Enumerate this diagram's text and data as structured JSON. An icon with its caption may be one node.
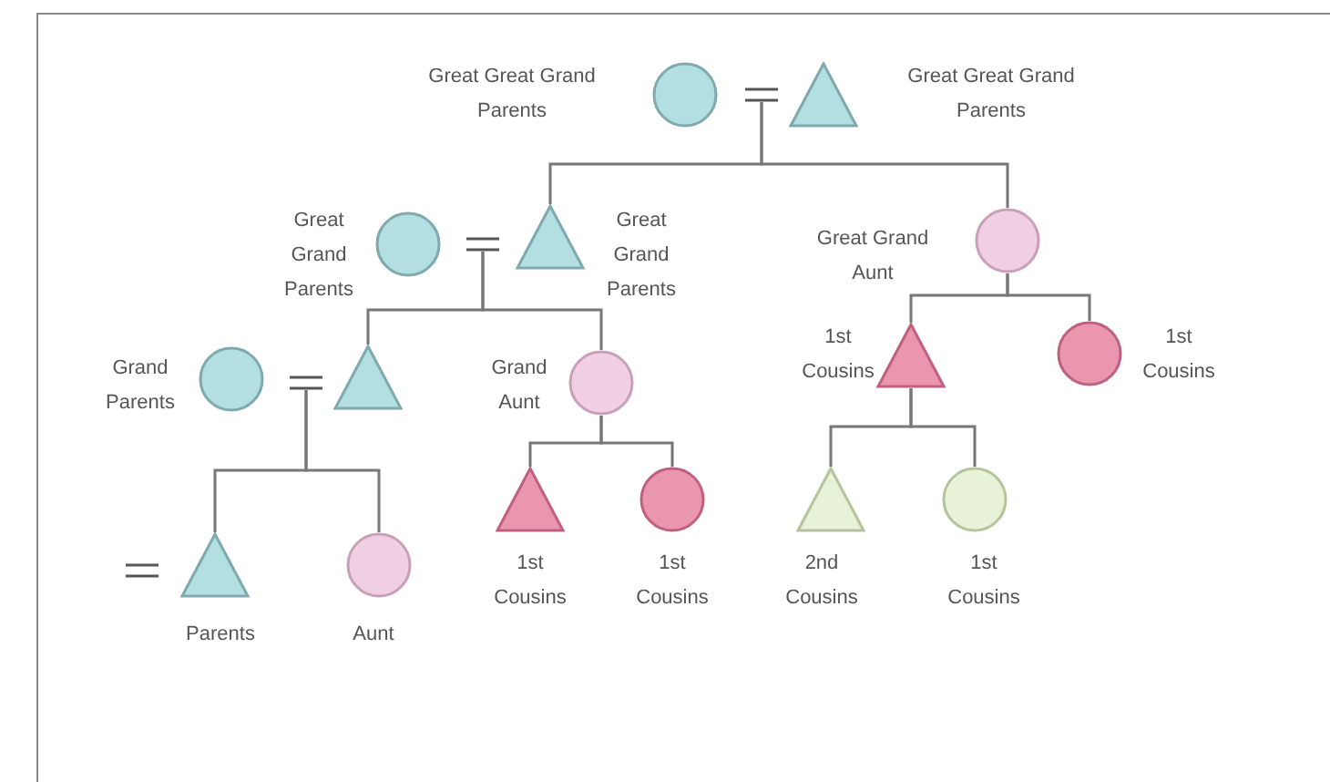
{
  "diagram": {
    "nodes": [
      {
        "text": [],
        "shape": "circle",
        "beside": [
          "Great Great Grand Parents"
        ]
      },
      {
        "text": [],
        "shape": "equals"
      },
      {
        "text": [],
        "shape": "triangle",
        "beside": [
          "Great Great Grand Parents"
        ]
      },
      {
        "text": [],
        "shape": "circle",
        "beside": [
          "Great Grand Parents"
        ]
      },
      {
        "text": [],
        "shape": "equals"
      },
      {
        "text": [],
        "shape": "triangle",
        "beside": [
          "Great Grand Parents"
        ]
      },
      {
        "text": [],
        "shape": "circle",
        "beside": [
          "Great Grand Aunt"
        ]
      },
      {
        "text": [],
        "shape": "circle",
        "beside": [
          "Grand Parents"
        ]
      },
      {
        "text": [],
        "shape": "equals"
      },
      {
        "text": [],
        "shape": "triangle"
      },
      {
        "text": [],
        "shape": "circle",
        "beside": [
          "Grand Aunt"
        ]
      },
      {
        "text": [],
        "shape": "triangle",
        "beside": [
          "1st Cousins"
        ]
      },
      {
        "text": [],
        "shape": "circle",
        "beside": [
          "1st Cousins"
        ]
      },
      {
        "text": [],
        "shape": "equals"
      },
      {
        "text": [],
        "shape": "triangle",
        "beside": [
          "Parents"
        ]
      },
      {
        "text": [],
        "shape": "circle",
        "beside": [
          "Aunt"
        ]
      },
      {
        "text": [],
        "shape": "triangle",
        "beside": [
          "1st Cousins"
        ]
      },
      {
        "text": [],
        "shape": "circle",
        "beside": [
          "1st Cousins"
        ]
      },
      {
        "text": [],
        "shape": "triangle",
        "beside": [
          "2nd Cousins"
        ]
      },
      {
        "text": [],
        "shape": "circle",
        "beside": [
          "1st Cousins"
        ]
      }
    ],
    "edges": [
      {
        "from": 1,
        "to": 5,
        "arrow": "none"
      },
      {
        "from": 1,
        "to": 6,
        "arrow": "none"
      },
      {
        "from": 4,
        "to": 9,
        "arrow": "none"
      },
      {
        "from": 4,
        "to": 10,
        "arrow": "none"
      },
      {
        "from": 6,
        "to": 11,
        "arrow": "none"
      },
      {
        "from": 6,
        "to": 12,
        "arrow": "none"
      },
      {
        "from": 8,
        "to": 14,
        "arrow": "none"
      },
      {
        "from": 8,
        "to": 15,
        "arrow": "none"
      },
      {
        "from": 10,
        "to": 16,
        "arrow": "none"
      },
      {
        "from": 10,
        "to": 17,
        "arrow": "none"
      },
      {
        "from": 11,
        "to": 18,
        "arrow": "none"
      },
      {
        "from": 11,
        "to": 19,
        "arrow": "none"
      }
    ]
  }
}
